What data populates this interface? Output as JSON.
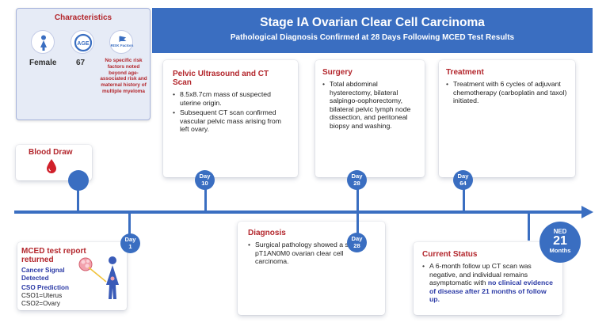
{
  "banner": {
    "title": "Stage IA Ovarian Clear Cell Carcinoma",
    "subtitle": "Pathological Diagnosis Confirmed at 28 Days Following MCED Test Results"
  },
  "characteristics": {
    "title": "Characteristics",
    "age_badge": "AGE",
    "risk_badge": "RISK Factors",
    "sex": "Female",
    "age": "67",
    "risk_note": "No specific risk factors noted beyond age-associated risk and maternal history of multiple myeloma"
  },
  "blood_draw": {
    "label": "Blood Draw"
  },
  "mced": {
    "title": "MCED test report returned",
    "signal": "Cancer Signal Detected",
    "cso_title": "CSO Prediction",
    "cso1": "CSO1=Uterus",
    "cso2": "CSO2=Ovary"
  },
  "days": {
    "d1": {
      "label": "Day",
      "num": "1"
    },
    "d10": {
      "label": "Day",
      "num": "10"
    },
    "d28a": {
      "label": "Day",
      "num": "28"
    },
    "d28b": {
      "label": "Day",
      "num": "28"
    },
    "d64": {
      "label": "Day",
      "num": "64"
    }
  },
  "ned": {
    "top": "NED",
    "num": "21",
    "unit": "Months"
  },
  "imaging": {
    "title": "Pelvic Ultrasound and CT Scan",
    "items": [
      "8.5x8.7cm mass of suspected uterine origin.",
      "Subsequent CT scan confirmed vascular pelvic mass arising from left ovary."
    ]
  },
  "surgery": {
    "title": "Surgery",
    "items": [
      "Total abdominal hysterectomy, bilateral salpingo-oophorectomy, bilateral pelvic lymph node dissection, and peritoneal biopsy and washing."
    ]
  },
  "treatment": {
    "title": "Treatment",
    "items": [
      "Treatment with 6 cycles of adjuvant chemotherapy (carboplatin and taxol) initiated."
    ]
  },
  "diagnosis": {
    "title": "Diagnosis",
    "items": [
      "Surgical pathology showed a stage pT1AN0M0 ovarian clear cell carcinoma."
    ]
  },
  "status": {
    "title": "Current Status",
    "text_plain": "A 6-month follow up CT scan was negative, and individual remains asymptomatic with ",
    "text_highlight": "no clinical evidence of disease after 21 months of follow up."
  },
  "colors": {
    "primary_blue": "#3a6ec1",
    "accent_red": "#b3262c",
    "highlight_blue": "#2b3aa6",
    "panel_bg": "#e6ebf6"
  },
  "icons": [
    "female-figure-icon",
    "age-icon",
    "risk-flag-icon",
    "blood-drop-icon",
    "woman-with-signal-icon"
  ]
}
